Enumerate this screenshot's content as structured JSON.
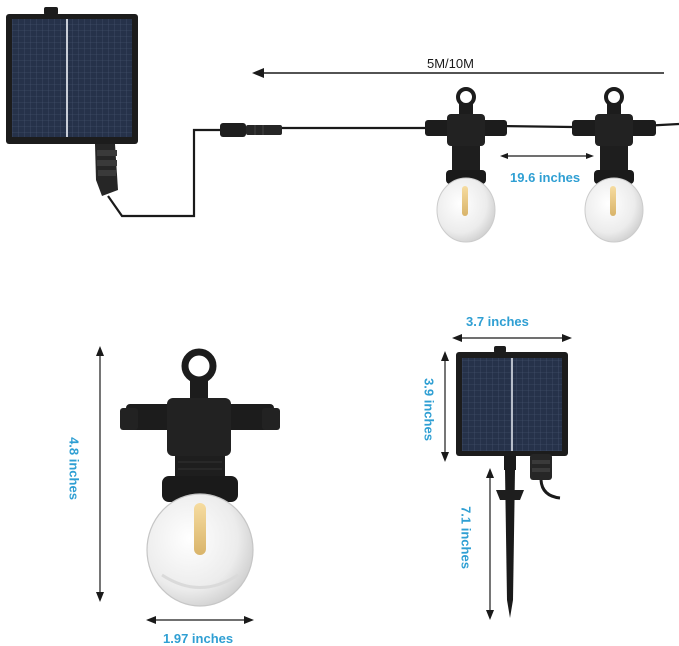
{
  "labels": {
    "string_length": "5M/10M",
    "bulb_spacing": "19.6 inches",
    "bulb_height": "4.8 inches",
    "bulb_width": "1.97 inches",
    "panel_width": "3.7 inches",
    "panel_height": "3.9 inches",
    "stake_length": "7.1 inches"
  },
  "colors": {
    "dimension_text": "#2f9fd3",
    "product_black": "#1b1b1b",
    "solar_cell": "#283349",
    "bulb_glass": "#eeeeee",
    "filament": "#e0c080"
  }
}
